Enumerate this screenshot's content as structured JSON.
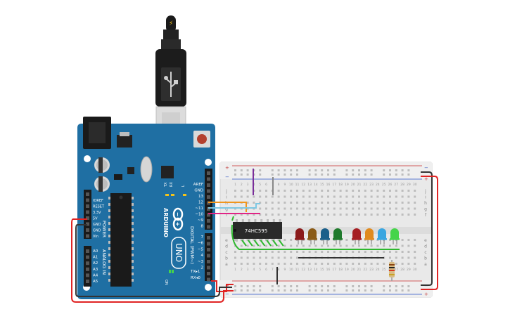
{
  "arduino": {
    "logo": "ARDUINO",
    "model": "UNO",
    "on_label": "ON",
    "digital_label": "DIGITAL (PWM~)",
    "analog_label": "ANALOG IN",
    "power_label": "POWER",
    "led_labels": [
      "TX",
      "RX",
      "L"
    ],
    "tx_label": "TX▸1",
    "rx_label": "RX◂0",
    "digital_pins": [
      "AREF",
      "GND",
      "13",
      "12",
      "~11",
      "~10",
      "~9",
      "8",
      "7",
      "~6",
      "~5",
      "4",
      "~3",
      "2"
    ],
    "power_pins": [
      "IOREF",
      "RESET",
      "3.3V",
      "5V",
      "GND",
      "GND",
      "Vin"
    ],
    "analog_pins": [
      "A0",
      "A1",
      "A2",
      "A3",
      "A4",
      "A5"
    ]
  },
  "breadboard": {
    "chip_label": "74HC595",
    "row_letters_top": [
      "j",
      "i",
      "h",
      "g",
      "f"
    ],
    "row_letters_bottom": [
      "e",
      "d",
      "c",
      "b",
      "a"
    ],
    "rail_plus": "+",
    "rail_minus": "−",
    "column_count": 30
  },
  "leds": [
    {
      "name": "led-red-1",
      "color": "#8b1a1a"
    },
    {
      "name": "led-brown-1",
      "color": "#8a5a16"
    },
    {
      "name": "led-blue-1",
      "color": "#1b5f8a"
    },
    {
      "name": "led-green-1",
      "color": "#1f7a2c"
    },
    {
      "name": "led-red-2",
      "color": "#a51e22"
    },
    {
      "name": "led-orange-1",
      "color": "#e08a1e"
    },
    {
      "name": "led-blue-2",
      "color": "#3aa6e0"
    },
    {
      "name": "led-green-2",
      "color": "#45d44a"
    }
  ],
  "colors": {
    "board": "#1f6fa3",
    "board_dark": "#175985",
    "breadboard": "#e8e8e8",
    "wire_red": "#e02424",
    "wire_black": "#333333",
    "wire_green": "#2eb82e",
    "wire_orange": "#f0961e",
    "wire_blue": "#7ec8e3",
    "wire_magenta": "#e02486",
    "wire_purple": "#7a2e9a",
    "wire_gray": "#888888"
  }
}
